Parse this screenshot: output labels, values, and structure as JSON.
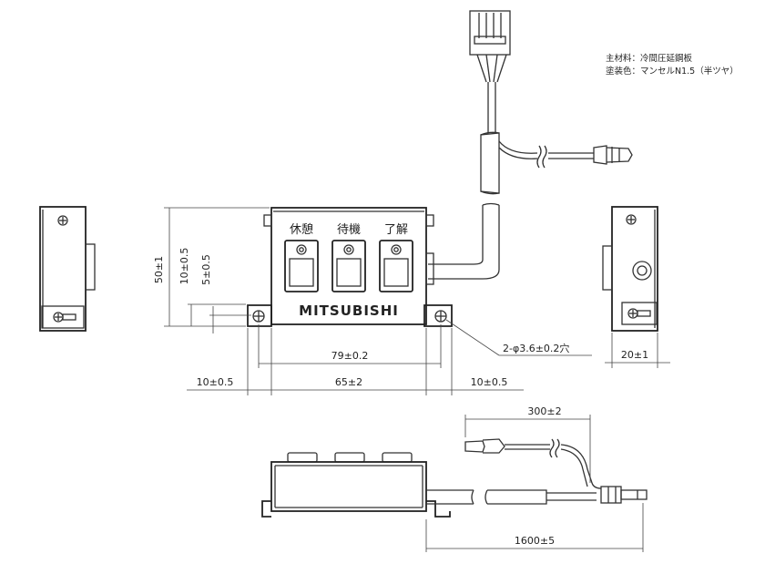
{
  "notes": {
    "material": "主材料：冷間圧延鋼板",
    "paint": "塗装色：マンセルN1.5（半ツヤ）"
  },
  "buttons": [
    "休憩",
    "待機",
    "了解"
  ],
  "brand": "MITSUBISHI",
  "dimensions": {
    "height_total": "50±1",
    "height_inner": "10±0.5",
    "height_flange": "5±0.5",
    "hole_pitch": "79±0.2",
    "hole_spec": "2-φ3.6±0.2穴",
    "body_width": "65±2",
    "flange_left": "10±0.5",
    "flange_right": "10±0.5",
    "depth": "20±1",
    "lead_short": "300±2",
    "lead_long": "1600±5"
  }
}
